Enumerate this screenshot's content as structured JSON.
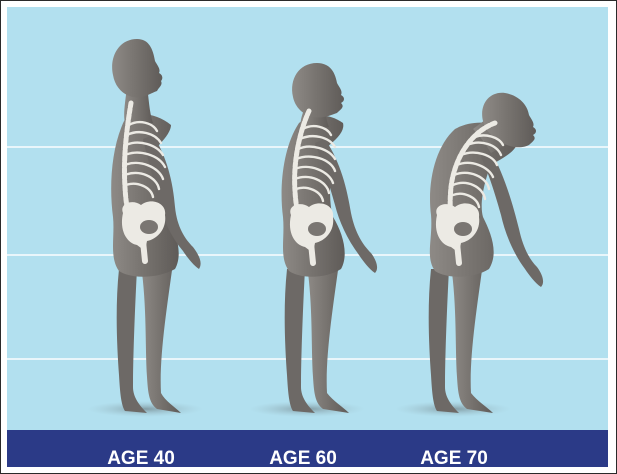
{
  "labels": [
    "AGE 40",
    "AGE 60",
    "AGE 70"
  ],
  "colors": {
    "background": "#b2e0ef",
    "guideline": "#e9f6fb",
    "footer": "#2b3a87",
    "silhouette": "#7a7672",
    "bone": "#eceae4",
    "shadow": "#7e969e"
  }
}
